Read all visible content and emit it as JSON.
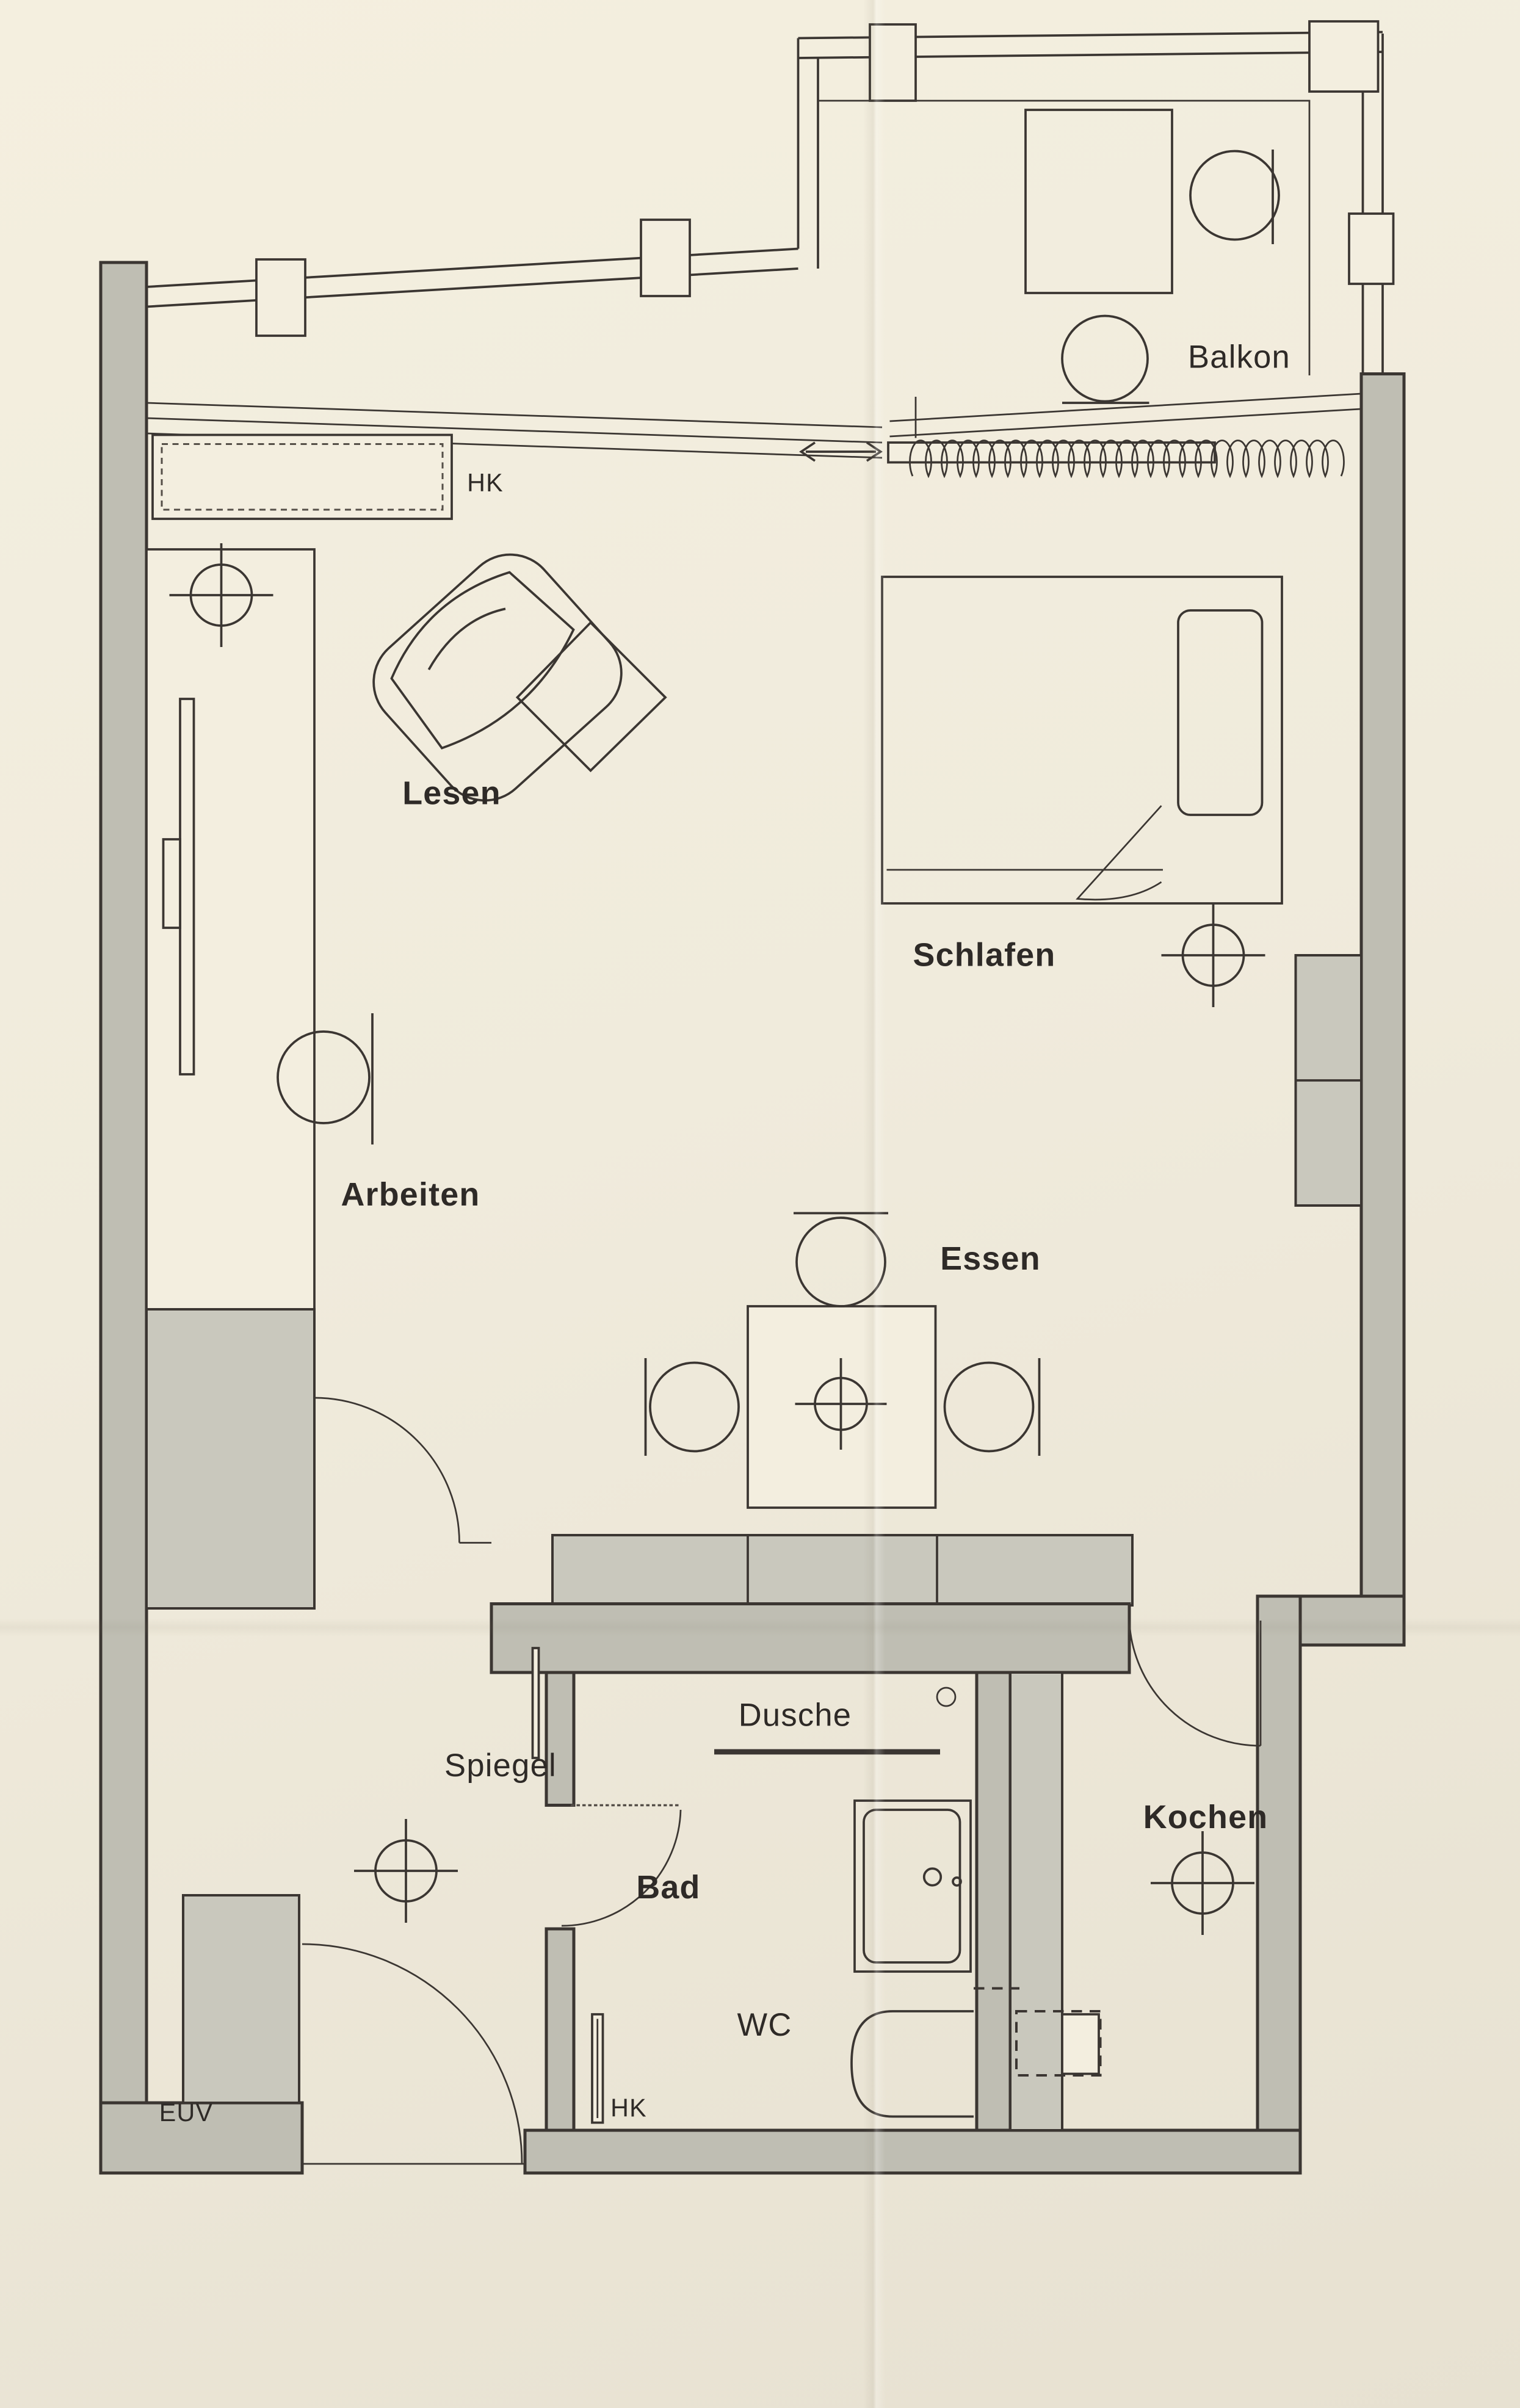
{
  "labels": {
    "balkon": "Balkon",
    "hk_living": "HK",
    "lesen": "Lesen",
    "schlafen": "Schlafen",
    "arbeiten": "Arbeiten",
    "essen": "Essen",
    "spiegel": "Spiegel",
    "dusche": "Dusche",
    "bad": "Bad",
    "wc": "WC",
    "hk_bath": "HK",
    "kochen": "Kochen",
    "euv": "EUV"
  },
  "colors": {
    "paper": "#f0ebdc",
    "wall_fill": "#bfbeb3",
    "furniture_fill": "#c9c8bd",
    "line": "#3b3632",
    "text": "#2e2a27"
  }
}
